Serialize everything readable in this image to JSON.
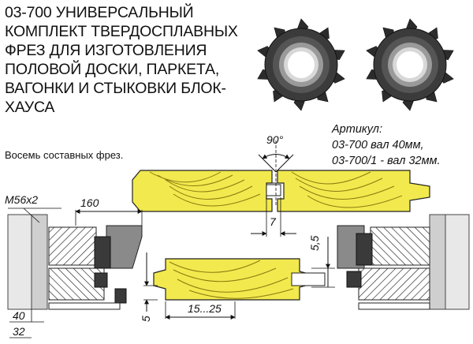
{
  "title": "03-700 универсальный комплект твердосплавных фрез для изготовления половой доски, паркета, вагонки и стыковки блок-хауса",
  "subtitle": "Восемь составных фрез.",
  "article": {
    "label": "Артикул:",
    "line1": "03-700 вал 40мм,",
    "line2": "03-700/1 - вал 32мм."
  },
  "dimensions": {
    "angle": "90°",
    "thread": "М56х2",
    "length": "160",
    "groove_width": "7",
    "step": "5,5",
    "offset": "5",
    "board_range": "15...25",
    "bore_40": "40",
    "bore_32": "32"
  },
  "colors": {
    "wood": "#f2e94e",
    "grain": "#8a7a10",
    "cutter_body": "#777777",
    "cutter_insert": "#3a3a3a",
    "hatch": "#222222"
  },
  "icons": [
    "cutter-photo-icon",
    "cutter-photo-icon"
  ]
}
